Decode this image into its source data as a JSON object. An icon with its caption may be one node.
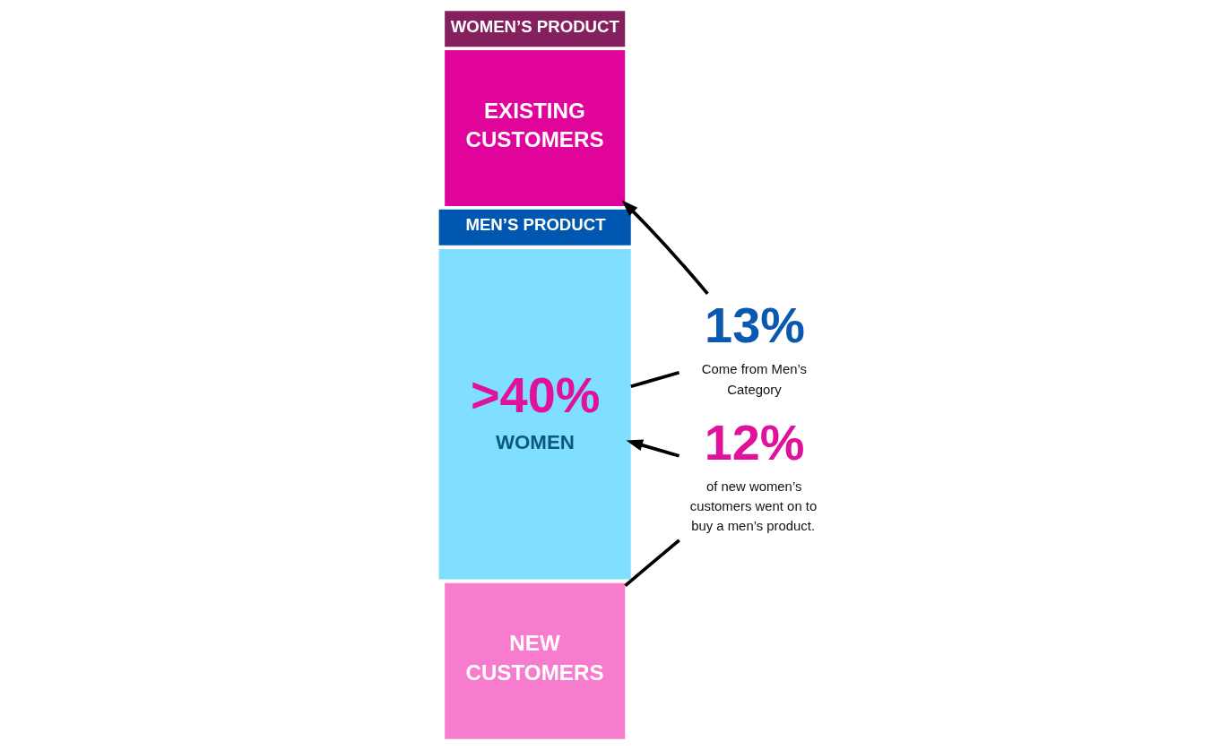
{
  "diagram": {
    "nodes": [
      {
        "text": [
          "MEN’S PRODUCT"
        ]
      },
      {
        "text": [
          ">40%",
          "WOMEN"
        ]
      },
      {
        "text": [
          "WOMEN’S PRODUCT"
        ]
      },
      {
        "text": [
          "EXISTING CUSTOMERS"
        ]
      },
      {
        "text": [
          "NEW CUSTOMERS"
        ]
      },
      {
        "text": [
          "13%",
          "Come from Men’s Category"
        ]
      },
      {
        "text": [
          "12%",
          "of new women’s customers went on to buy a men’s product."
        ]
      }
    ],
    "edges": [
      {
        "from": 1,
        "to": 5,
        "arrow": "none"
      },
      {
        "from": 5,
        "to": 3,
        "arrow": "to"
      },
      {
        "from": 4,
        "to": 6,
        "arrow": "none"
      },
      {
        "from": 6,
        "to": 1,
        "arrow": "to"
      }
    ]
  }
}
